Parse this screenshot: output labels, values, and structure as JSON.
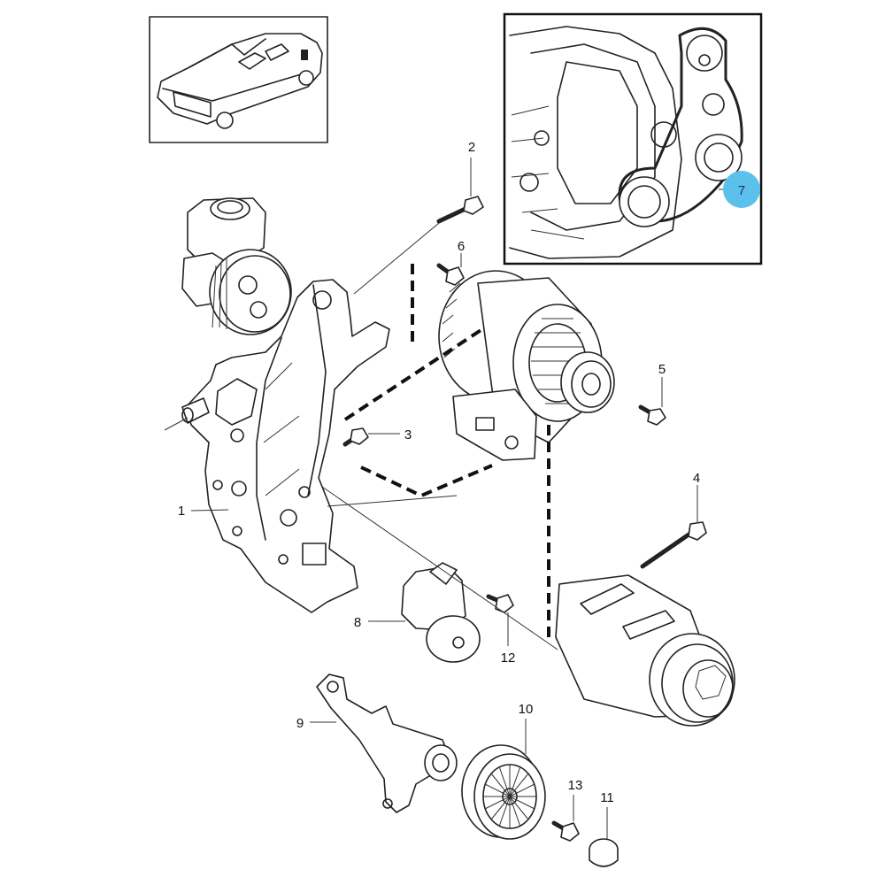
{
  "part_numbers": {
    "p1": "1",
    "p2": "2",
    "p3": "3",
    "p4": "4",
    "p5": "5",
    "p6": "6",
    "p7": "7",
    "p8": "8",
    "p9": "9",
    "p10": "10",
    "p11": "11",
    "p12": "12",
    "p13": "13"
  },
  "colors": {
    "highlight_badge": "#5bc0eb",
    "line": "#222222",
    "background": "#ffffff"
  },
  "icons": {
    "vehicle_locator": "station-wagon-icon",
    "engine_detail": "engine-belt-detail-icon"
  }
}
